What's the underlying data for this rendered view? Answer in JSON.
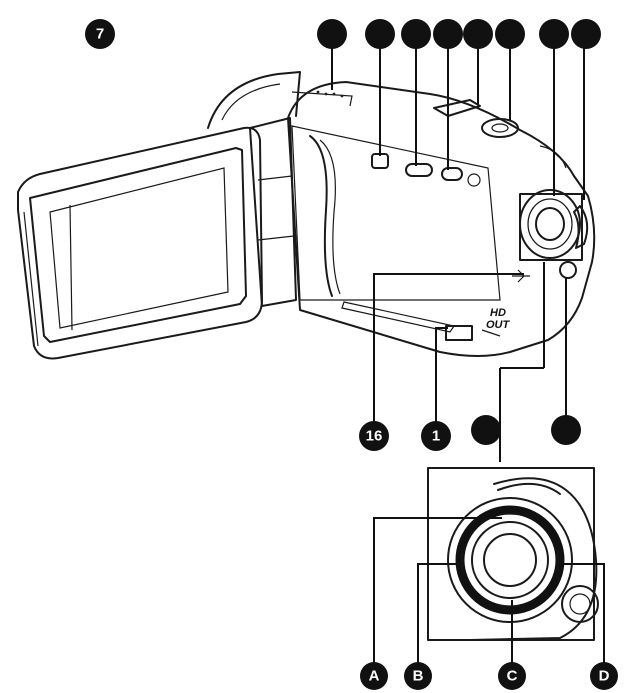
{
  "callouts_top": [
    "7",
    "",
    "",
    "",
    "",
    "",
    "",
    ""
  ],
  "callouts_bottom": [
    "16",
    "1",
    "",
    ""
  ],
  "callouts_detail": [
    "A",
    "B",
    "C",
    "D"
  ],
  "port_label": [
    "HD",
    "OUT"
  ],
  "colors": {
    "ink": "#111111",
    "paper": "#ffffff"
  }
}
